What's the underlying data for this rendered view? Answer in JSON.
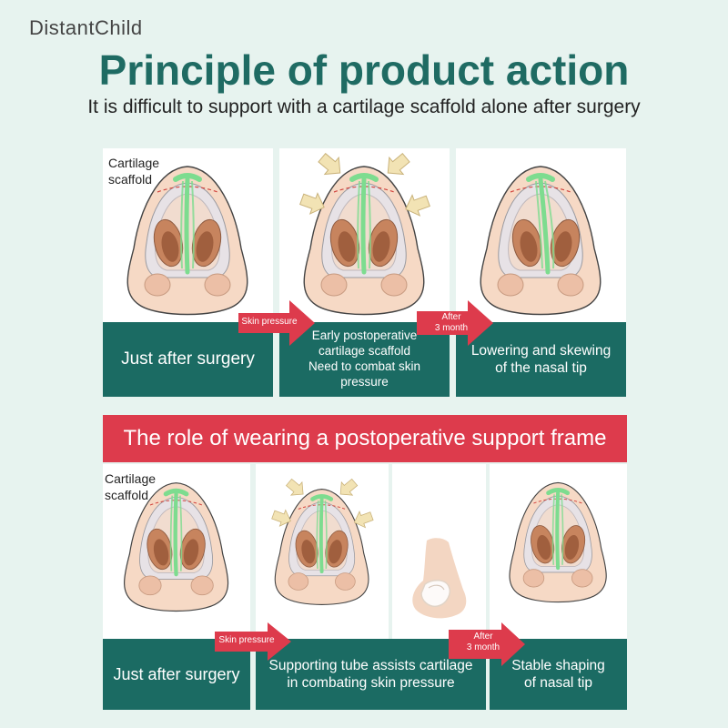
{
  "brand": "DistantChild",
  "title": "Principle of product action",
  "subtitle": "It is difficult to support with a cartilage scaffold alone after surgery",
  "top_row": {
    "cartilage_label": "Cartilage\nscaffold",
    "captions": [
      "Just after surgery",
      "Early postoperative\ncartilage scaffold\nNeed to combat skin\npressure",
      "Lowering and skewing\nof the nasal tip"
    ],
    "arrow_1": "Skin pressure",
    "arrow_2": "After\n3 month"
  },
  "banner": "The role of wearing a postoperative support frame",
  "bottom_row": {
    "cartilage_label": "Cartilage\nscaffold",
    "captions": [
      "Just after surgery",
      "Supporting tube assists cartilage\nin combating skin pressure",
      "Stable shaping\nof nasal tip"
    ],
    "arrow_1": "Skin pressure",
    "arrow_2": "After\n3 month"
  },
  "colors": {
    "background": "#e7f3ef",
    "title": "#1f6b63",
    "caption_bg": "#1b6b63",
    "accent_red": "#dd3b4c",
    "scaffold_green": "#7ddc8f"
  }
}
